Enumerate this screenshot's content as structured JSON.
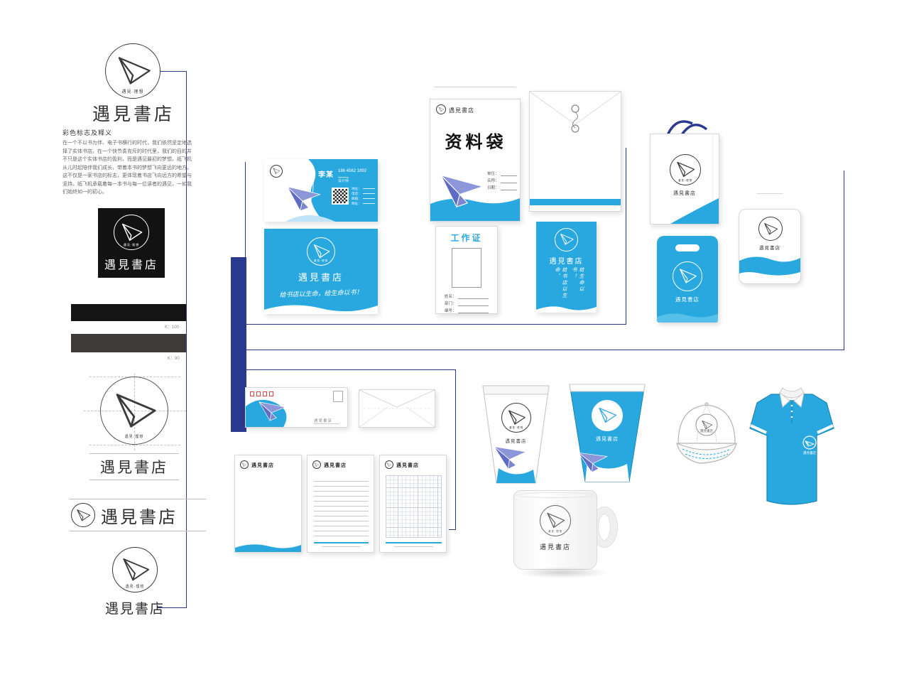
{
  "brand": {
    "name": "遇見書店",
    "slogan": "遇見·理想",
    "tagline": "给书店以生命，给生命以书！",
    "tagline_v1": "给书店以生命，",
    "tagline_v2": "给生命以书！",
    "accent_blue": "#29a8e0",
    "line_navy": "#2b3990",
    "plane_light": "#8d96d8",
    "plane_dark": "#5f6cc3"
  },
  "left_panel": {
    "section_title": "彩色标志及释义",
    "body": "在一个不以书为伴、电子书横行的时代，我们依然坚定地选择了实体书店。在一个快节奏充斥的时代里，我们的目的并不只是这个实体书店的盈利，而是遇见最初的梦想。纸飞机从儿时起陪伴我们成长，带着本书的梦想飞向更远的地方。这不仅是一家书店的标志，更体现着书店飞向远方的希望与坚持。纸飞机承载着每一本书与每一位读者的遇见，一如我们始终如一的初心。",
    "swatches": [
      {
        "label": "K：100",
        "color": "#151515"
      },
      {
        "label": "K：90",
        "color": "#3e3a39"
      }
    ]
  },
  "business_card": {
    "person_name": "李某",
    "phone": "186 4562 1892",
    "job_title": "设计师",
    "contact_labels": [
      "地址：",
      "电话：",
      "邮箱：",
      "网址："
    ]
  },
  "document_bag": {
    "title": "资料袋",
    "fields": [
      "单位：",
      "名称：",
      "日期："
    ]
  },
  "work_badge": {
    "title": "工作证",
    "fields": [
      "姓名：",
      "部门：",
      "编号："
    ]
  }
}
